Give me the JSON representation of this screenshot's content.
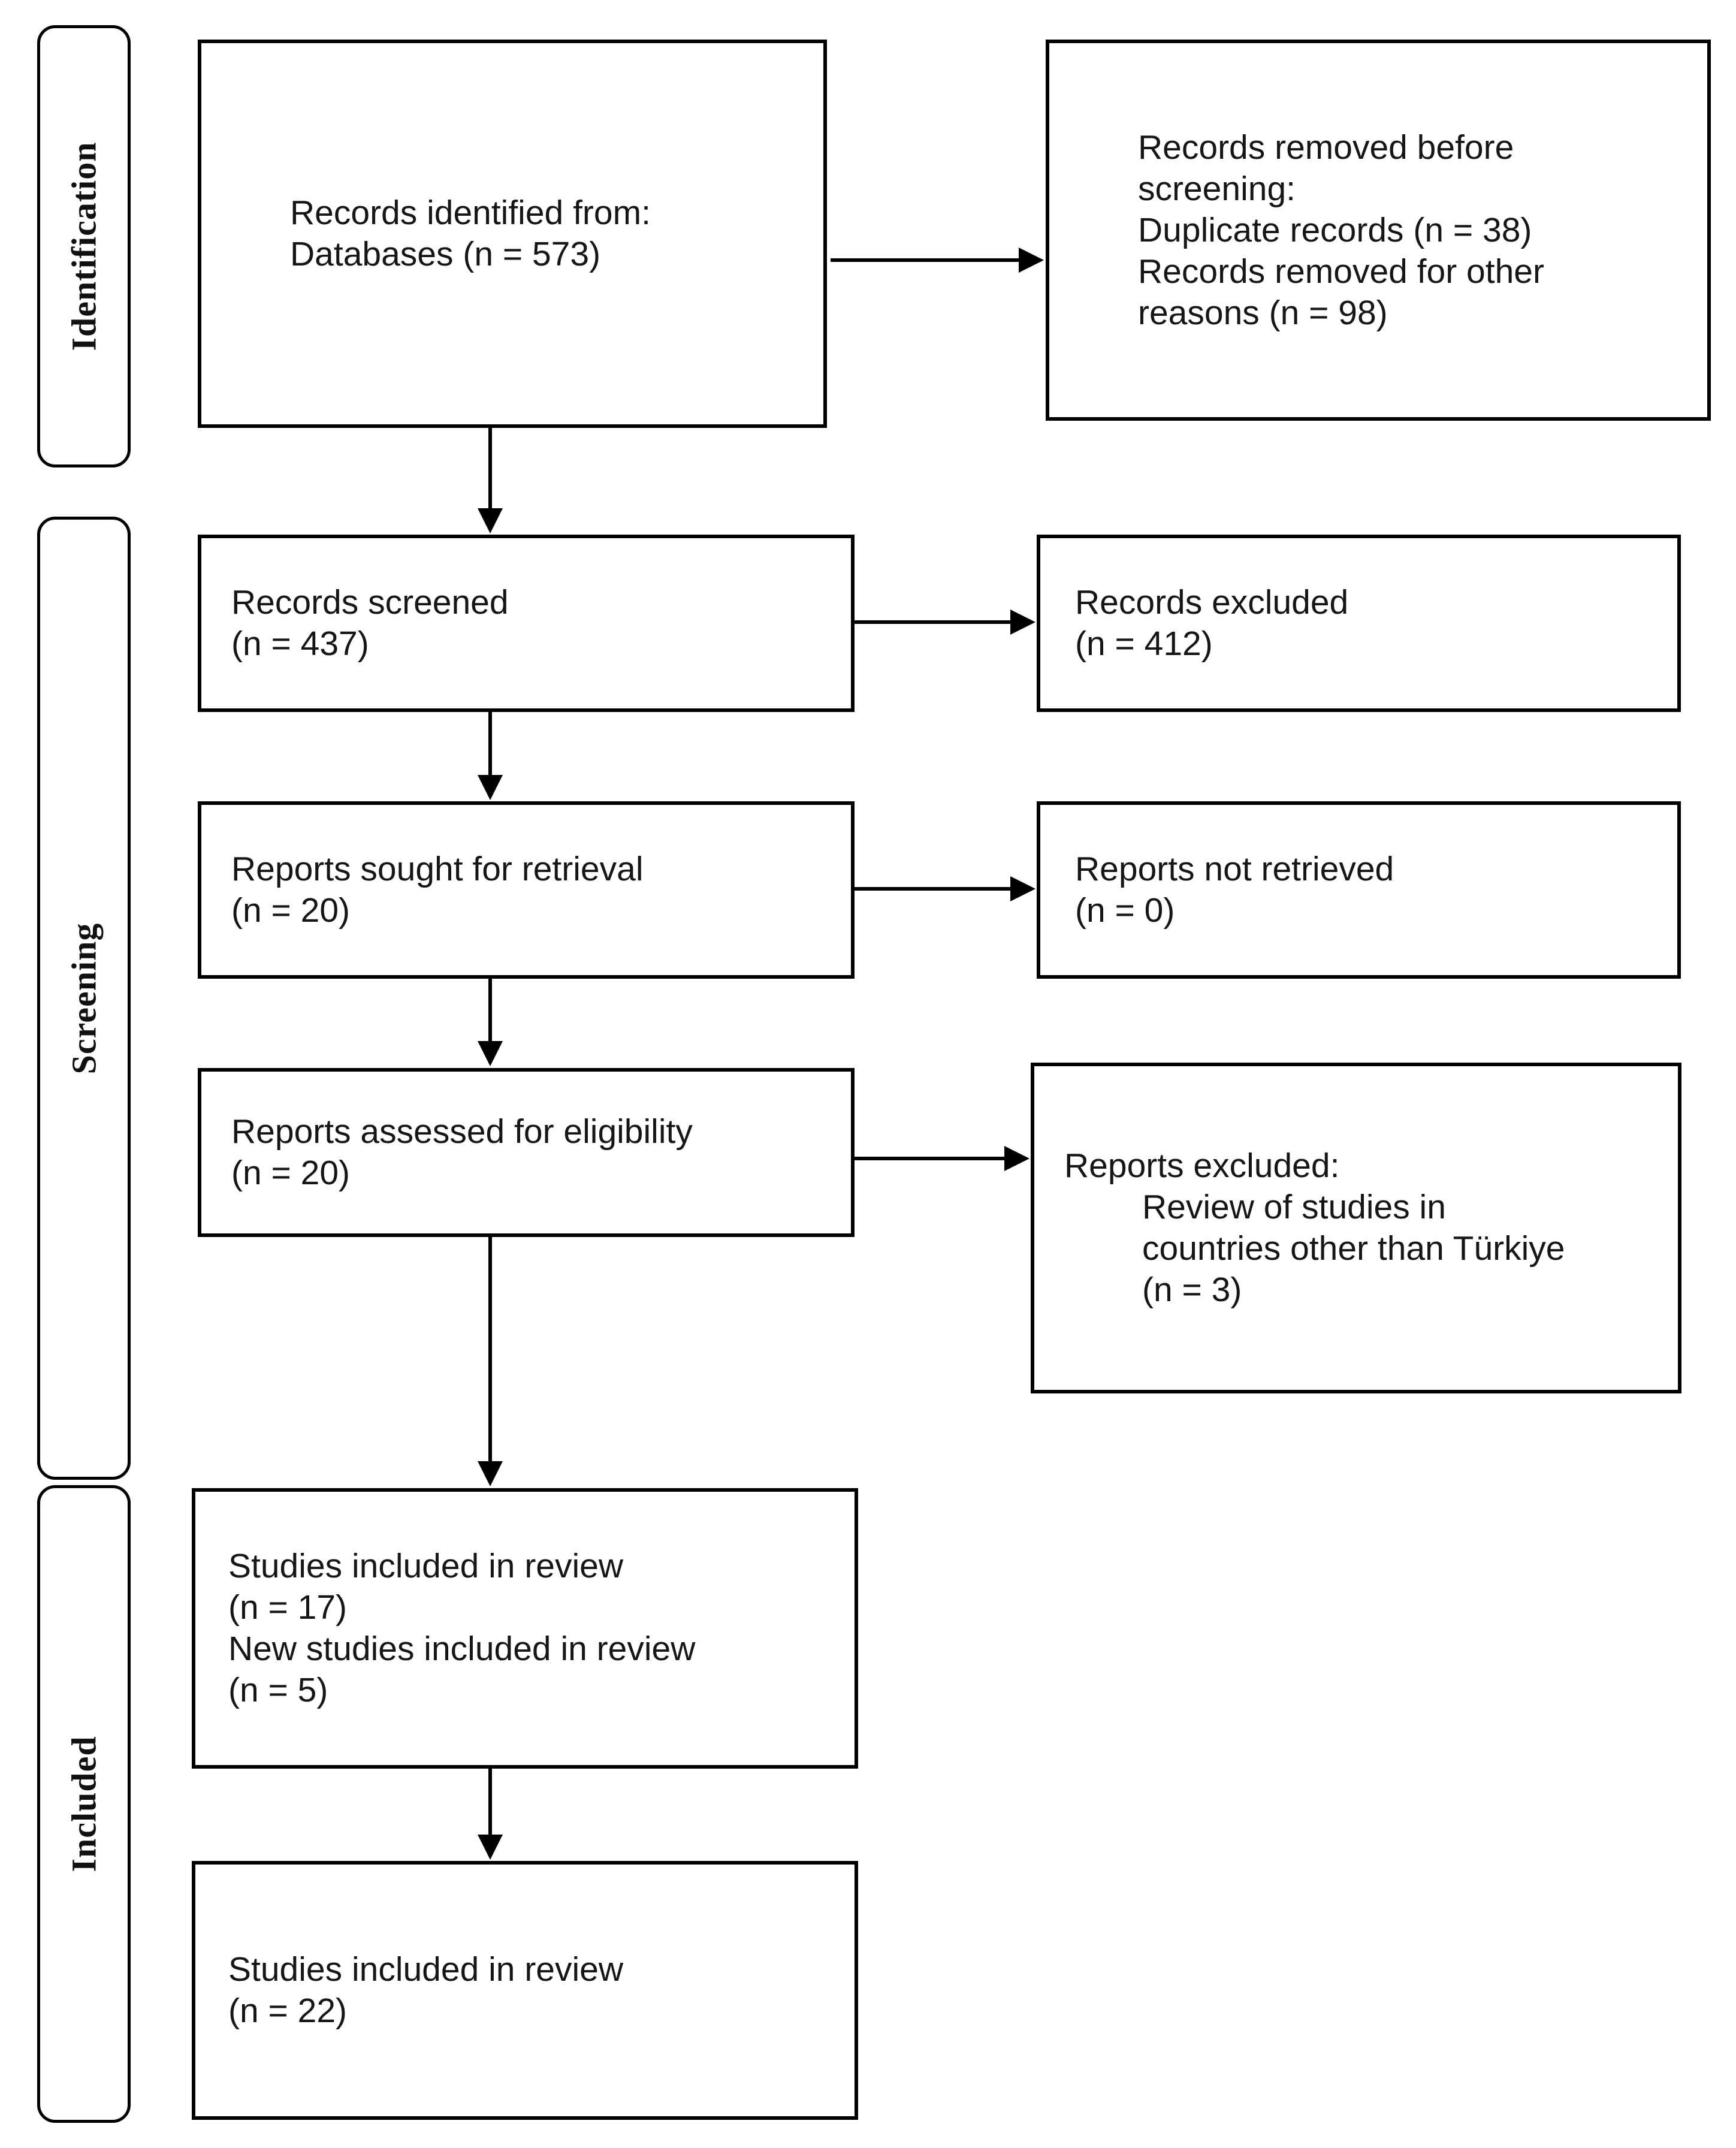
{
  "colors": {
    "stroke": "#000000",
    "text": "#161616",
    "background": "#ffffff"
  },
  "sidebar": {
    "identification_label": "Identification",
    "screening_label": "Screening",
    "included_label": "Included"
  },
  "boxes": {
    "records_identified": {
      "lines": [
        "Records identified from:",
        "Databases (n = 573)"
      ]
    },
    "records_removed": {
      "lines": [
        "Records removed before",
        "screening:",
        "Duplicate records (n = 38)",
        "Records removed for other",
        "reasons (n = 98)"
      ]
    },
    "records_screened": {
      "lines": [
        "Records screened",
        "(n = 437)"
      ]
    },
    "records_excluded": {
      "lines": [
        "Records excluded",
        "(n = 412)"
      ]
    },
    "reports_sought": {
      "lines": [
        "Reports sought for retrieval",
        "(n = 20)"
      ]
    },
    "reports_not_retrieved": {
      "lines": [
        "Reports not retrieved",
        "(n = 0)"
      ]
    },
    "reports_assessed": {
      "lines": [
        "Reports assessed for eligibility",
        "(n = 20)"
      ]
    },
    "reports_excluded": {
      "lines": [
        "Reports excluded:",
        "Review of studies in",
        "countries other than Türkiye",
        "(n = 3)"
      ]
    },
    "studies_included_interim": {
      "lines": [
        "Studies included in review",
        "(n = 17)",
        "New studies included in review",
        "(n = 5)"
      ]
    },
    "studies_included_final": {
      "lines": [
        "Studies included in review",
        "(n = 22)"
      ]
    }
  }
}
